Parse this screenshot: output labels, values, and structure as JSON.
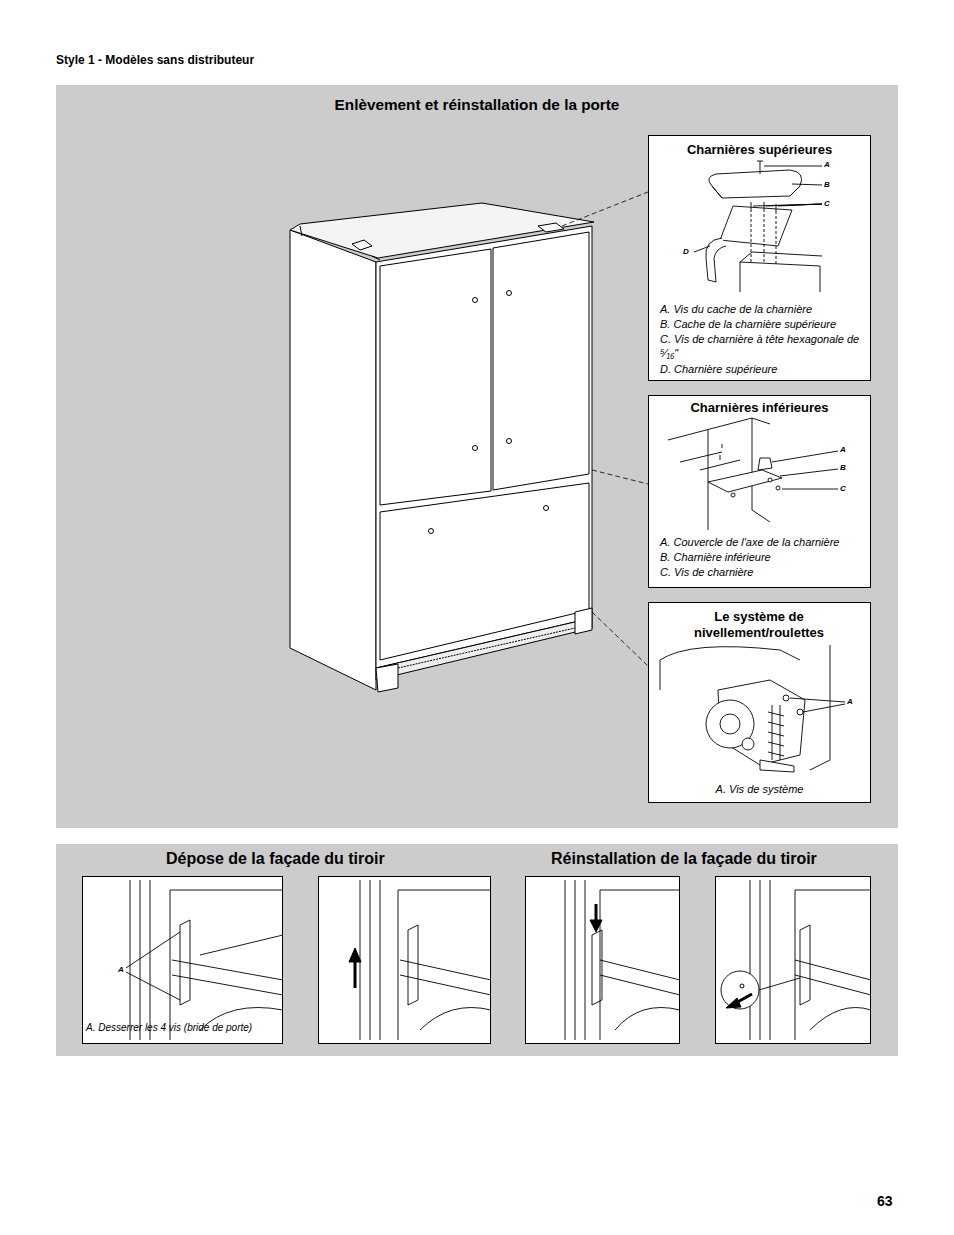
{
  "diagram": {
    "title": "Style 1 - Modèles sans distributeur",
    "nodes": [
      {
        "text": [
          "Enlèvement et réinstallation de la porte"
        ]
      },
      {
        "text": [
          "Charnières supérieures",
          "A. Vis du cache de la charnière",
          "B. Cache de la charnière supérieure",
          "C. Vis de charnière à tête hexagonale de ⁵⁄₁₆\"",
          "D. Charnière supérieure"
        ],
        "in": 0
      },
      {
        "text": [
          "Charnières inférieures",
          "A. Couvercle de l'axe de la charnière",
          "B. Charnière inférieure",
          "C. Vis de charnière"
        ],
        "in": 0
      },
      {
        "text": [
          "Le système de nivellement/roulettes",
          "A. Vis de système"
        ],
        "in": 0
      },
      {
        "text": [
          "Dépose de la façade du tiroir",
          "Réinstallation de la façade du tiroir"
        ]
      },
      {
        "text": [
          "A. Desserrer les 4 vis (bride de porte)"
        ],
        "in": 4
      }
    ],
    "labels": [
      "A",
      "B",
      "C",
      "D",
      "A",
      "B",
      "C",
      "A",
      "A",
      "63"
    ]
  }
}
